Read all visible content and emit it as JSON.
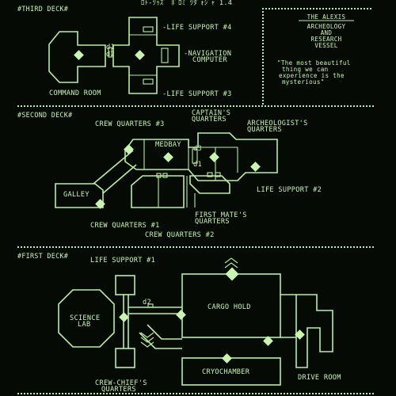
{
  "header": {
    "text": "ﾛﾄ-ﾂｩｽﾞ ﾎﾞﾛﾐ ﾂﾀﾞｫｼﾞｬ 1.4"
  },
  "colors": {
    "background": "#050a04",
    "phosphor": "#b8f09a",
    "text": "#c9f5b0"
  },
  "decks": {
    "third": {
      "title": "#THIRD DECK#",
      "rooms": {
        "command_room": "COMMAND ROOM",
        "life_support_4": "-LIFE SUPPORT #4",
        "navigation_1": "-NAVIGATION",
        "navigation_2": "COMPUTER",
        "life_support_3": "-LIFE SUPPORT #3"
      },
      "door_label": "d1",
      "door_label_2": "d2"
    },
    "second": {
      "title": "#SECOND DECK#",
      "rooms": {
        "crew_quarters_3": "CREW QUARTERS #3",
        "captains_1": "CAPTAIN'S",
        "captains_2": "QUARTERS",
        "archeologists_1": "ARCHEOLOGIST'S",
        "archeologists_2": "QUARTERS",
        "medbay": "MEDBAY",
        "galley": "GALLEY",
        "life_support_2": "LIFE SUPPORT #2",
        "first_mate_1": "FIRST MATE'S",
        "first_mate_2": "QUARTERS",
        "crew_quarters_1": "CREW QUARTERS #1",
        "crew_quarters_2": "CREW QUARTERS #2"
      },
      "door_d3": "d3",
      "door_d1": "d1"
    },
    "first": {
      "title": "#FIRST DECK#",
      "rooms": {
        "life_support_1": "LIFE SUPPORT #1",
        "science_1": "SCIENCE",
        "science_2": "LAB",
        "cargo_hold": "CARGO HOLD",
        "cryochamber": "CRYOCHAMBER",
        "drive_room": "DRIVE ROOM",
        "crew_chief_1": "CREW-CHIEF'S",
        "crew_chief_2": "QUARTERS"
      },
      "door_d2": "d2"
    }
  },
  "vessel": {
    "name": "THE ALEXIS",
    "line1": "ARCHEOLOGY",
    "line2": "AND",
    "line3": "RESEARCH",
    "line4": "VESSEL",
    "quote1": "\"The most beautiful",
    "quote2": "thing we can",
    "quote3": "experience is the",
    "quote4": "mysterious\""
  }
}
